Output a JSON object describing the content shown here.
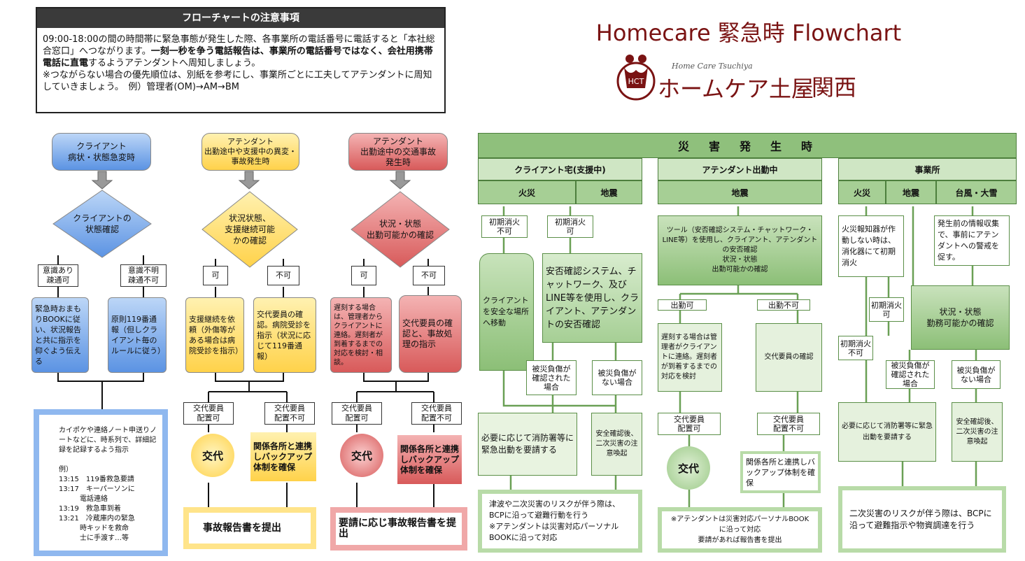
{
  "notice": {
    "title": "フローチャートの注意事項",
    "line1": "09:00-18:00の間の時間帯に緊急事態が発生した際、各事業所の電話番号に電話すると「本社総合窓口」へつながります。",
    "line1_bold": "一刻一秒を争う電話報告は、事業所の電話番号ではなく、会社用携帯電話に直電",
    "line1_tail": "するようアテンダントへ周知しましょう。",
    "line2": "※つながらない場合の優先順位は、別紙を参考にし、事業所ごとに工夫してアテンダントに周知していきましょう。　例）管理者(OM)→AM→BM"
  },
  "header": {
    "title": "Homecare  緊急時  Flowchart",
    "brand_small": "Home Care Tsuchiya",
    "brand_name": "ホームケア土屋",
    "region": "関西"
  },
  "col1": {
    "top": "クライアント\n病状・状態急変時",
    "diamond": "クライアントの\n状態確認",
    "yes_label": "意識あり\n疎通可",
    "no_label": "意識不明\n疎通不可",
    "yes_box": "緊急時おまもりBOOKに従い、状況報告と共に指示を仰ぐよう伝える",
    "no_box": "原則119番通報（但しクライアント毎のルールに従う）",
    "bottom": "カイポケや連絡ノート申送りノートなどに、時系列で、詳細記録を記録するよう指示\n\n例）\n13:15　119番救急要請\n13:17　キーパーソンに\n　　　電話連絡\n13:19　救急車到着\n13:21　冷蔵庫内の緊急\n　　　時キッドを救命\n　　　士に手渡す…等"
  },
  "col2": {
    "top": "アテンダント\n出勤途中や支援中の異変・\n事故発生時",
    "diamond": "状況状態、\n支援継続可能\nかの確認",
    "yes_label": "可",
    "no_label": "不可",
    "yes_box": "支援継続を依頼（外傷等がある場合は病院受診を指示）",
    "no_box": "交代要員の確認。病院受診を指示（状況に応じて119番通報）",
    "sub_yes": "交代要員\n配置可",
    "sub_no": "交代要員\n配置不可",
    "circle": "交代",
    "backup": "関係各所と連携しバックアップ体制を確保",
    "bottom": "事故報告書を提出"
  },
  "col3": {
    "top": "アテンダント\n出勤途中の交通事故\n発生時",
    "diamond": "状況・状態\n出勤可能かの確認",
    "yes_label": "可",
    "no_label": "不可",
    "yes_box": "遅刻する場合は、管理者からクライアントに連絡。遅刻者が到着するまでの対応を検討・相談。",
    "no_box": "交代要員の確認と、事故処理の指示",
    "sub_yes": "交代要員\n配置可",
    "sub_no": "交代要員\n配置不可",
    "circle": "交代",
    "backup": "関係各所と連携しバックアップ体制を確保",
    "bottom": "要請に応じ事故報告書を提出"
  },
  "disaster": {
    "title": "災　害　発　生　時",
    "client_home": {
      "head": "クライアント宅(支援中)",
      "fire": "火災",
      "quake": "地震",
      "fire_label": "初期消火\n不可",
      "quake_label": "初期消火\n可",
      "evacuate": "クライアントを安全な場所へ移動",
      "safety": "安否確認システム、チャットワーク、及びLINE等を使用し、クライアント、アテンダントの安否確認",
      "injured": "被災負傷が\n確認された\n場合",
      "not_injured": "被災負傷が\nない場合",
      "fire_dept": "必要に応じて消防署等に緊急出動を要請する",
      "after": "安全確認後、二次災害の注意喚起",
      "bottom": "津波や二次災害のリスクが伴う際は、BCPに沿って避難行動を行う\n※アテンダントは災害対応パーソナルBOOKに沿って対応"
    },
    "commute": {
      "head": "アテンダント出勤中",
      "quake": "地震",
      "tool": "ツール（安否確認システム・チャットワーク・LINE等）を使用し、クライアント、アテンダントの安否確認\n状況・状態\n出勤可能かの確認",
      "can": "出勤可",
      "cannot": "出勤不可",
      "late": "遅刻する場合は管理者がクライアントに連絡。遅刻者が到着するまでの対応を検討",
      "sub_check": "交代要員の確認",
      "sub_yes": "交代要員\n配置可",
      "sub_no": "交代要員\n配置不可",
      "circle": "交代",
      "backup": "関係各所と連携しバックアップ体制を確保",
      "bottom": "※アテンダントは災害対応パーソナルBOOKに沿って対応\n要請があれば報告書を提出"
    },
    "office": {
      "head": "事業所",
      "fire": "火災",
      "quake": "地震",
      "storm": "台風・大雪",
      "fire_box": "火災報知器が作動しない時は、消化器にて初期消火",
      "storm_box": "発生前の情報収集で、事前にアテンダントへの警戒を促す。",
      "can_label": "初期消火\n可",
      "cannot_label": "初期消火\n不可",
      "status": "状況・状態\n勤務可能かの確認",
      "injured": "被災負傷が\n確認された\n場合",
      "not_injured": "被災負傷が\nない場合",
      "fire_dept": "必要に応じて消防署等に緊急出動を要請する",
      "after": "安全確認後、二次災害の注意喚起",
      "bottom": "二次災害のリスクが伴う際は、BCPに沿って避難指示や物資調達を行う"
    }
  }
}
